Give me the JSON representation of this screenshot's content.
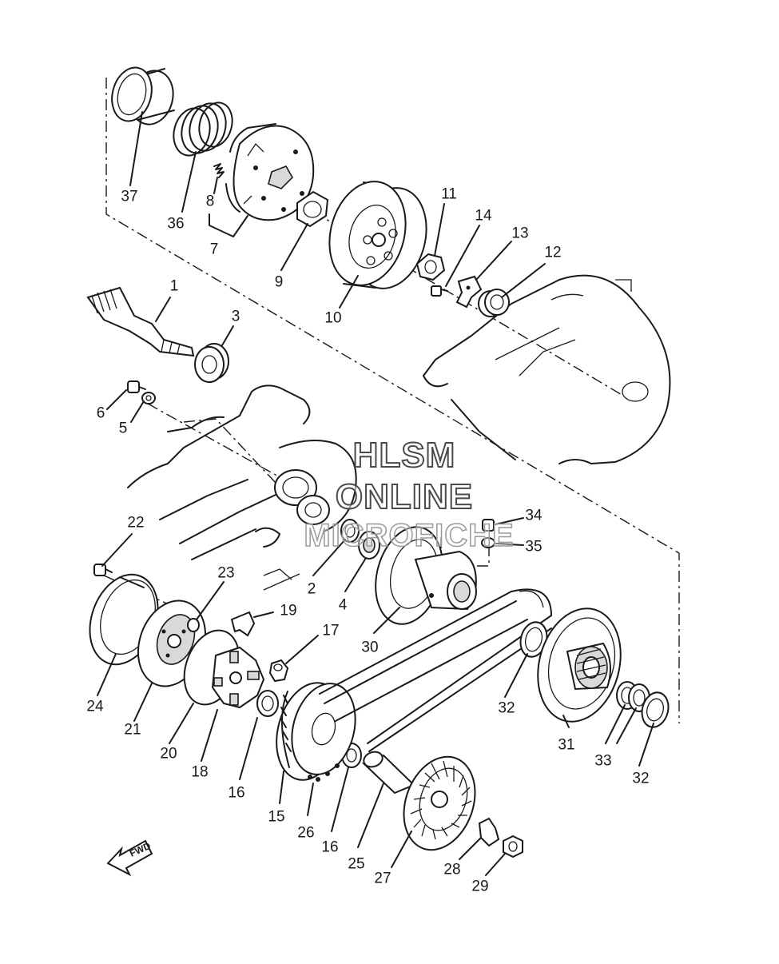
{
  "labels": {
    "p1": "1",
    "p2": "2",
    "p3": "3",
    "p4": "4",
    "p5": "5",
    "p6": "6",
    "p7": "7",
    "p8": "8",
    "p9": "9",
    "p10": "10",
    "p11": "11",
    "p12": "12",
    "p13": "13",
    "p14": "14",
    "p15": "15",
    "p16a": "16",
    "p16b": "16",
    "p17": "17",
    "p18": "18",
    "p19": "19",
    "p20": "20",
    "p21": "21",
    "p22": "22",
    "p23": "23",
    "p24": "24",
    "p25": "25",
    "p26": "26",
    "p27": "27",
    "p28": "28",
    "p29": "29",
    "p30": "30",
    "p31": "31",
    "p32a": "32",
    "p32b": "32",
    "p33": "33",
    "p34": "34",
    "p35": "35",
    "p36": "36",
    "p37": "37"
  },
  "watermark": {
    "line1": "HLSM",
    "line2": "ONLINE",
    "line3": "MICROFICHE"
  },
  "fwd_arrow": {
    "label": "FWD"
  },
  "colors": {
    "ink": "#1a1a1a",
    "background": "#ffffff"
  }
}
